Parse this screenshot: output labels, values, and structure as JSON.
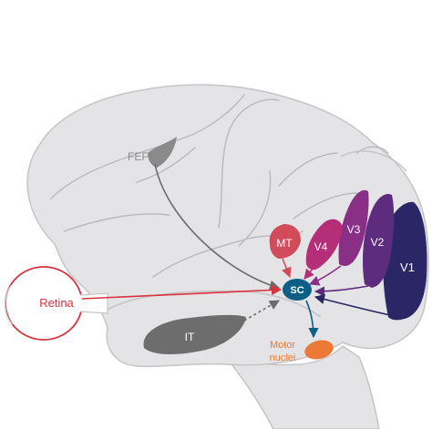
{
  "diagram": {
    "regions": {
      "fef": "FEF",
      "mt": "MT",
      "v4": "V4",
      "v3": "V3",
      "v2": "V2",
      "v1": "V1",
      "it": "IT",
      "sc": "SC",
      "retina": "Retina",
      "motor_line1": "Motor",
      "motor_line2": "nuclei"
    },
    "colors": {
      "brain_fill": "#e4e4e6",
      "brain_stroke": "#c5c5c8",
      "sulcus": "#b9b9bc",
      "fef": "#8a8a8a",
      "mt": "#d24b5a",
      "v4": "#b42e78",
      "v3": "#8a2f86",
      "v2": "#5d2c7e",
      "v1": "#2b2766",
      "it": "#6d6d6d",
      "sc": "#0d5f86",
      "retina": "#d8323f",
      "motor": "#ea7a35",
      "arrow_gray": "#6b6b6b"
    }
  }
}
